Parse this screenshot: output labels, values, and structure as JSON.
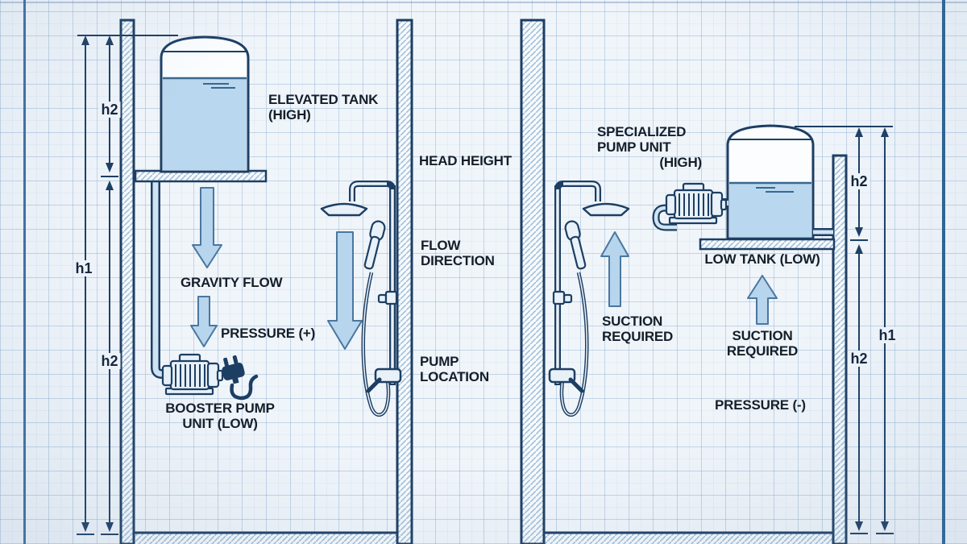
{
  "colors": {
    "ink": "#1d3e63",
    "text": "#151e29",
    "water_fill": "#b9d8ef",
    "arrow_fill": "#b7d5ed",
    "hatch_line": "#a3c0da",
    "grid_line": "#c6d7e8",
    "background": "#f0f5fa",
    "frame_border": "#2a618f"
  },
  "left_scene": {
    "tank_label_line1": "ELEVATED TANK",
    "tank_label_line2": "(HIGH)",
    "flow_label": "GRAVITY FLOW",
    "pressure_label": "PRESSURE (+)",
    "pump_label_line1": "BOOSTER PUMP",
    "pump_label_line2": "UNIT (LOW)",
    "dim_top": "h2",
    "dim_full": "h1",
    "dim_bottom": "h2"
  },
  "center": {
    "head_height": "HEAD HEIGHT",
    "flow_direction_line1": "FLOW",
    "flow_direction_line2": "DIRECTION",
    "pump_location_line1": "PUMP",
    "pump_location_line2": "LOCATION"
  },
  "right_scene": {
    "pump_label_line1": "SPECIALIZED",
    "pump_label_line2": "PUMP UNIT",
    "pump_label_line3": "(HIGH)",
    "tank_label": "LOW TANK (LOW)",
    "suction_shower_line1": "SUCTION",
    "suction_shower_line2": "REQUIRED",
    "suction_tank_line1": "SUCTION",
    "suction_tank_line2": "REQUIRED",
    "pressure_label": "PRESSURE (-)",
    "dim_top": "h2",
    "dim_full": "h1",
    "dim_bottom": "h2"
  }
}
